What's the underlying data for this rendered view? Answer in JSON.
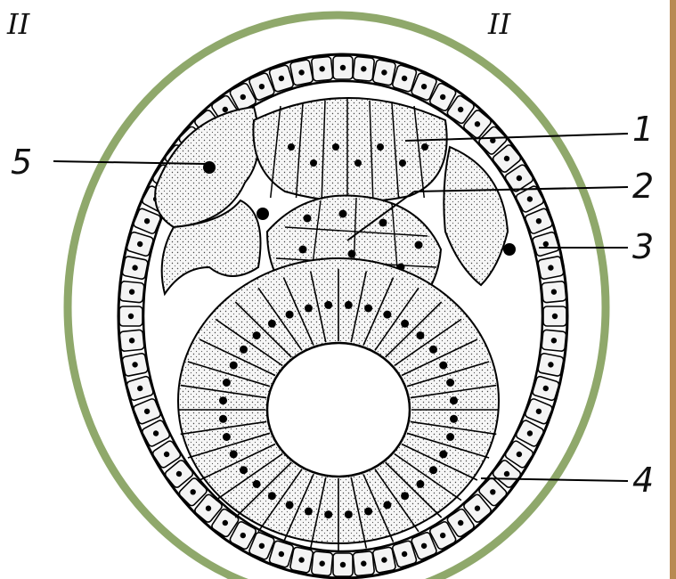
{
  "section_marks": {
    "left": "II",
    "right": "II"
  },
  "labels": [
    {
      "id": "1",
      "text": "1"
    },
    {
      "id": "2",
      "text": "2"
    },
    {
      "id": "3",
      "text": "3"
    },
    {
      "id": "4",
      "text": "4"
    },
    {
      "id": "5",
      "text": "5"
    }
  ],
  "colors": {
    "highlight_ring": "#8fa86b",
    "cell_fill": "#f4f4f4",
    "outline": "#000000",
    "edge_strip": "#b88a52"
  }
}
